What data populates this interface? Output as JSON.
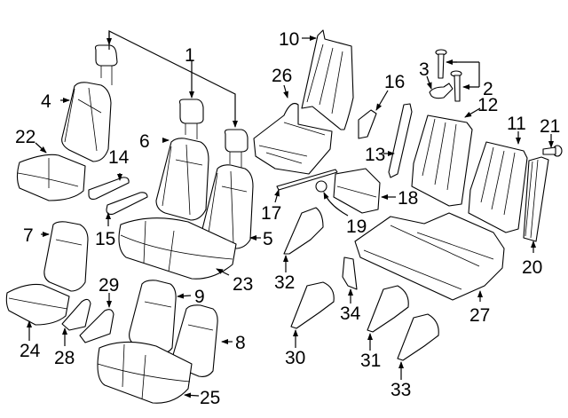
{
  "diagram": {
    "title": "Rear Seat Components",
    "callouts": [
      {
        "id": "1",
        "part": "headrest"
      },
      {
        "id": "2",
        "part": "headrest-guide"
      },
      {
        "id": "3",
        "part": "guide-clip"
      },
      {
        "id": "4",
        "part": "seat-back-cover"
      },
      {
        "id": "5",
        "part": "seat-back-cover"
      },
      {
        "id": "6",
        "part": "seat-back-cover"
      },
      {
        "id": "7",
        "part": "seat-back-cover"
      },
      {
        "id": "8",
        "part": "seat-back-cover"
      },
      {
        "id": "9",
        "part": "seat-back-cover"
      },
      {
        "id": "10",
        "part": "seat-back-frame"
      },
      {
        "id": "11",
        "part": "seat-back-frame"
      },
      {
        "id": "12",
        "part": "seat-back-frame"
      },
      {
        "id": "13",
        "part": "side-trim"
      },
      {
        "id": "14",
        "part": "armrest"
      },
      {
        "id": "15",
        "part": "armrest"
      },
      {
        "id": "16",
        "part": "bracket"
      },
      {
        "id": "17",
        "part": "trim-strip"
      },
      {
        "id": "18",
        "part": "panel"
      },
      {
        "id": "19",
        "part": "retainer"
      },
      {
        "id": "20",
        "part": "side-trim"
      },
      {
        "id": "21",
        "part": "pin"
      },
      {
        "id": "22",
        "part": "cushion-cover"
      },
      {
        "id": "23",
        "part": "cushion-cover"
      },
      {
        "id": "24",
        "part": "cushion-cover"
      },
      {
        "id": "25",
        "part": "cushion-cover"
      },
      {
        "id": "26",
        "part": "cushion-frame"
      },
      {
        "id": "27",
        "part": "cushion-frame"
      },
      {
        "id": "28",
        "part": "trim-panel"
      },
      {
        "id": "29",
        "part": "trim-panel"
      },
      {
        "id": "30",
        "part": "hinge-bracket"
      },
      {
        "id": "31",
        "part": "hinge-bracket"
      },
      {
        "id": "32",
        "part": "hinge-bracket"
      },
      {
        "id": "33",
        "part": "hinge-bracket"
      },
      {
        "id": "34",
        "part": "bracket"
      }
    ]
  }
}
